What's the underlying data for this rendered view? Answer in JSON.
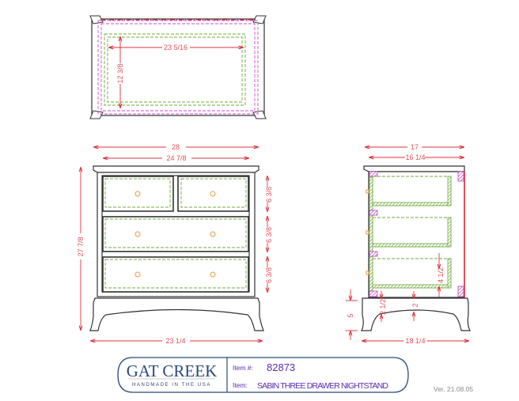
{
  "top_view": {
    "width_dim": "23 5/16",
    "depth_dim": "12 3/8"
  },
  "front_view": {
    "overall_width": "28",
    "case_width": "24 7/8",
    "overall_height": "27 7/8",
    "base_width": "23 1/4",
    "drawer_heights": [
      "6 3/8",
      "6 3/8",
      "6 3/8"
    ]
  },
  "side_view": {
    "overall_depth": "17",
    "case_depth": "16 1/4",
    "base_depth": "18 1/4",
    "leg_height": "5",
    "drawer_clearance": "4 1/2",
    "apron_height": "2 1/2",
    "apron_center": "2"
  },
  "title_block": {
    "brand": "GAT CREEK",
    "tagline": "HANDMADE IN THE USA",
    "item_number_label": "Item #:",
    "item_number": "82873",
    "item_label": "Item:",
    "item_name": "SABIN THREE DRAWER NIGHTSTAND",
    "version": "Ver. 21.08.05"
  },
  "colors": {
    "dimension": "#e0303a",
    "drawer_box": "#6ca83a",
    "hidden": "#d04ad0",
    "title": "#5a2ab0",
    "brand": "#2a4a7a"
  }
}
